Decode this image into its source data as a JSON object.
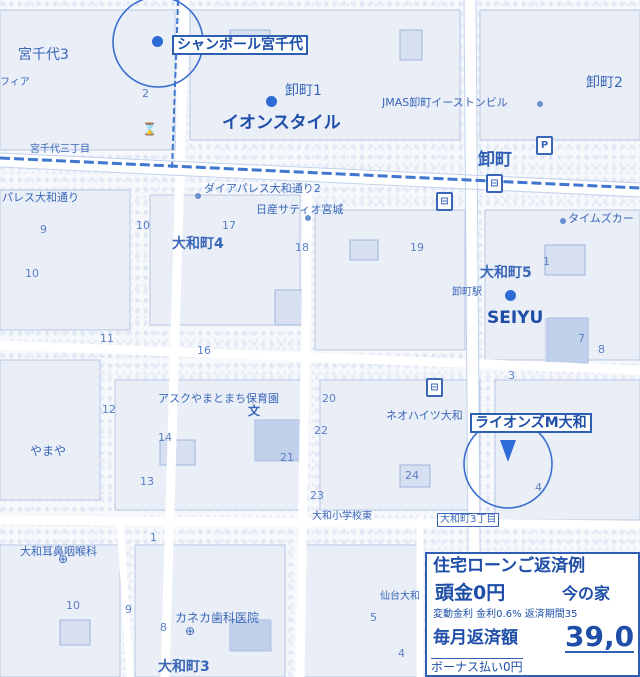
{
  "labels": {
    "shanvoll": "シャンボール宮千代",
    "miyachiyo3": "宮千代3",
    "oroshimachi1": "卸町1",
    "aeon": "イオンスタイル",
    "jmas": "JMAS卸町イーストンビル",
    "oroshimachi2": "卸町2",
    "oroshimachi_station": "卸町",
    "miyachiyo3chome": "宮千代三丁目",
    "palace_yamato_street": "パレス大和通り",
    "dia_palace": "ダイアパレス大和通り2",
    "nissan_satio": "日産サティオ宮城",
    "times": "タイムズカー",
    "yamatomachi4": "大和町4",
    "yamatomachi5": "大和町5",
    "oroshi_eki": "卸町駅",
    "seiyu": "SEIYU",
    "asuku": "アスクやまとまち保育園",
    "neo_heights": "ネオハイツ大和",
    "lions": "ライオンズM大和",
    "yamaya": "やまや",
    "yamato_elementary": "大和小学校東",
    "yamatomachi3chome": "大和町3丁目",
    "yamato_ent": "大和耳鼻咽喉科",
    "kaneka": "カネカ歯科医院",
    "sendaidai_yamato": "仙台大和",
    "yamatomachi3": "大和町3",
    "fia": "フィア",
    "parking": "P"
  },
  "block_numbers": [
    "2",
    "17",
    "10",
    "18",
    "9",
    "10",
    "19",
    "1",
    "16",
    "11",
    "20",
    "12",
    "14",
    "21",
    "22",
    "13",
    "23",
    "24",
    "3",
    "8",
    "7",
    "4",
    "10",
    "9",
    "8",
    "5",
    "4",
    "1"
  ],
  "ad": {
    "title": "住宅ローンご返済例",
    "down_payment": "頭金0円",
    "current_home": "今の家",
    "rate_line": "変動金利 金利0.6% 返済期間35",
    "monthly_label": "毎月返済額",
    "monthly_amount": "39,0",
    "bonus": "ボーナス払い0円"
  },
  "colors": {
    "ink": "#3a66b8",
    "accent": "#2f6bd6",
    "road": "#ffffff",
    "rail": "#3f76d0"
  }
}
